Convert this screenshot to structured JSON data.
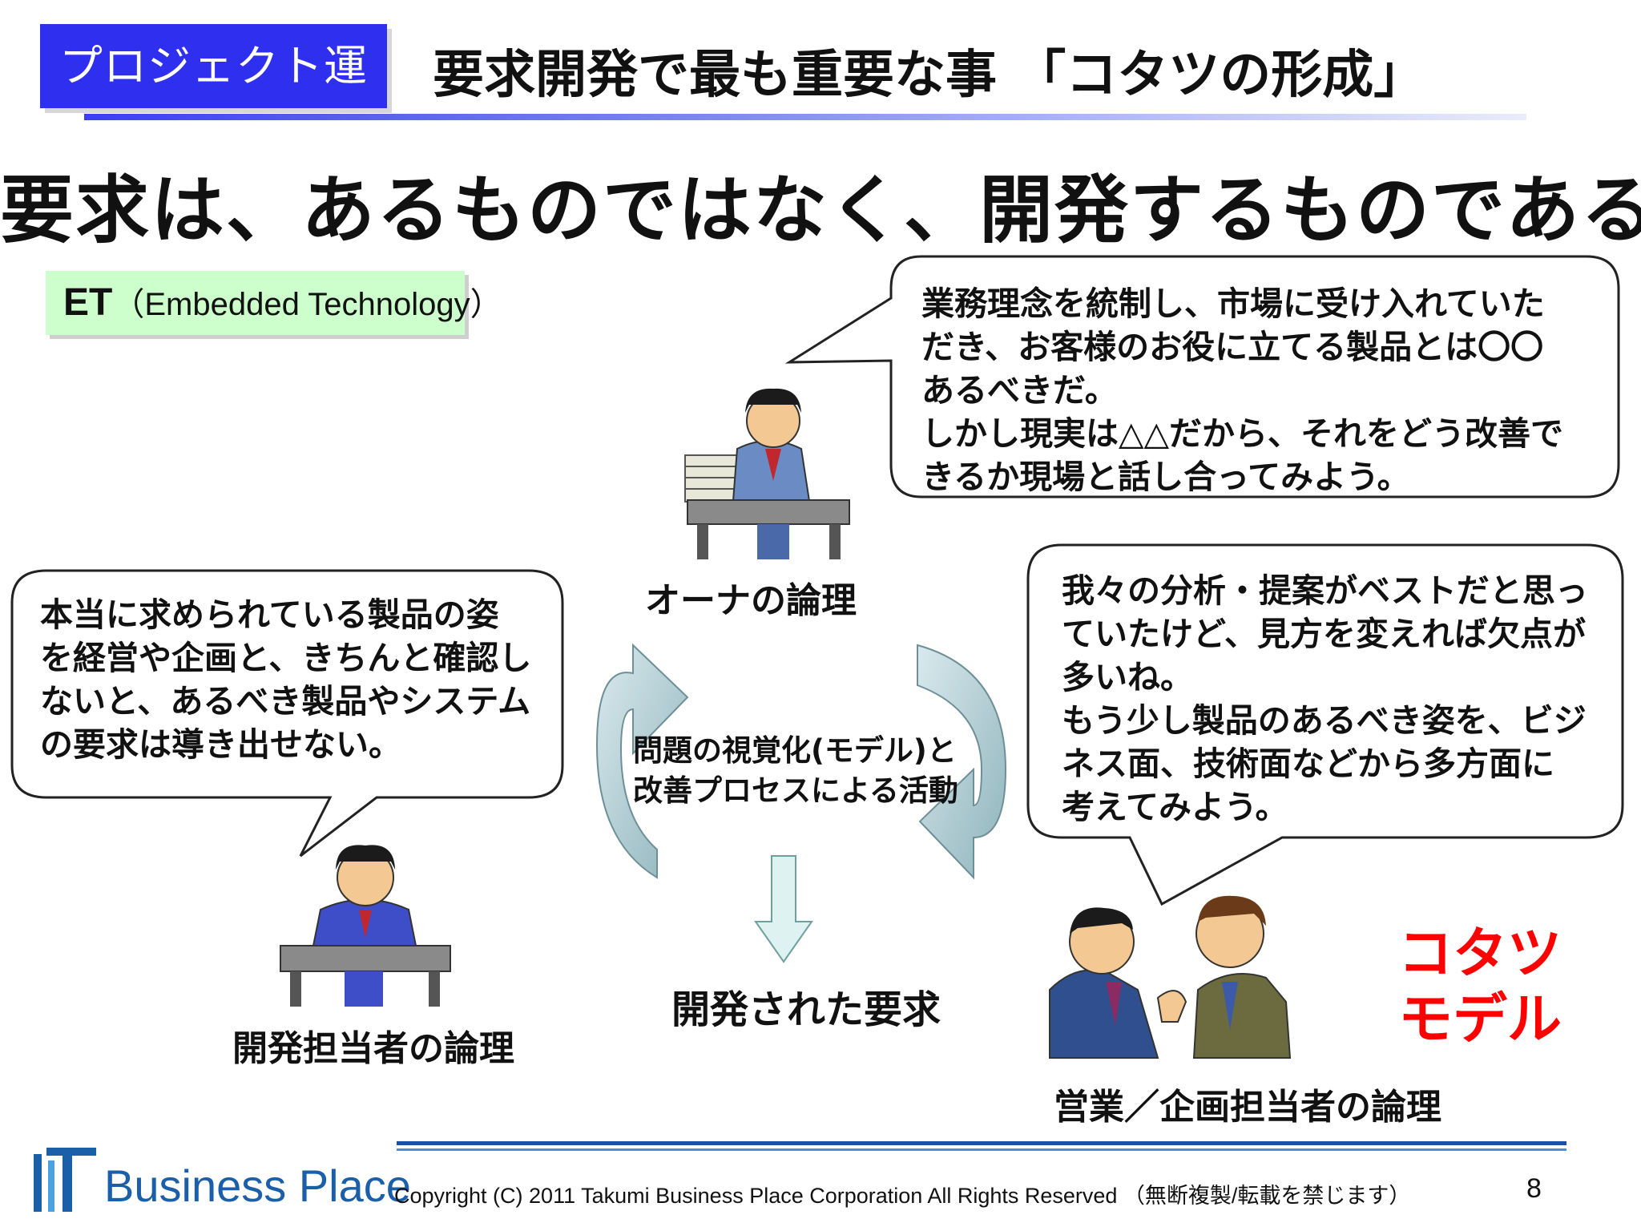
{
  "header": {
    "tag": "プロジェクト運営",
    "title": "要求開発で最も重要な事 「コタツの形成」"
  },
  "headline": "要求は、あるものではなく、開発するものである",
  "et_label": {
    "abbr": "ET",
    "full": "（Embedded Technology）"
  },
  "owner": {
    "speech_lines": [
      "業務理念を統制し、市場に受け入れていた",
      "だき、お客様のお役に立てる製品とは〇〇",
      "あるべきだ。",
      "しかし現実は△△だから、それをどう改善で",
      "きるか現場と話し合ってみよう。"
    ],
    "label": "オーナの論理"
  },
  "developer": {
    "speech_lines": [
      "本当に求められている製品の姿",
      "を経営や企画と、きちんと確認し",
      "ないと、あるべき製品やシステム",
      "の要求は導き出せない。"
    ],
    "label": "開発担当者の論理"
  },
  "sales": {
    "speech_lines": [
      "我々の分析・提案がベストだと思っ",
      "ていたけど、見方を変えれば欠点が",
      "多いね。",
      "もう少し製品のあるべき姿を、ビジ",
      "ネス面、技術面などから多方面に",
      "考えてみよう。"
    ],
    "label": "営業／企画担当者の論理"
  },
  "cycle": {
    "center_lines": [
      "問題の視覚化(モデル)と",
      "改善プロセスによる活動"
    ],
    "result": "開発された要求"
  },
  "kotatsu": {
    "line1": "コタツ",
    "line2": "モデル"
  },
  "footer": {
    "logo_text": "Business Place",
    "copyright": "Copyright (C) 2011 Takumi Business Place Corporation All Rights Reserved （無断複製/転載を禁じます）",
    "page_number": "8"
  },
  "colors": {
    "tag_bg": "#2f2ff0",
    "accent_red": "#ff0000",
    "et_bg": "#ccffcc",
    "arrow_fill": "#a9c8cf",
    "footer_blue": "#1f4ea8"
  }
}
